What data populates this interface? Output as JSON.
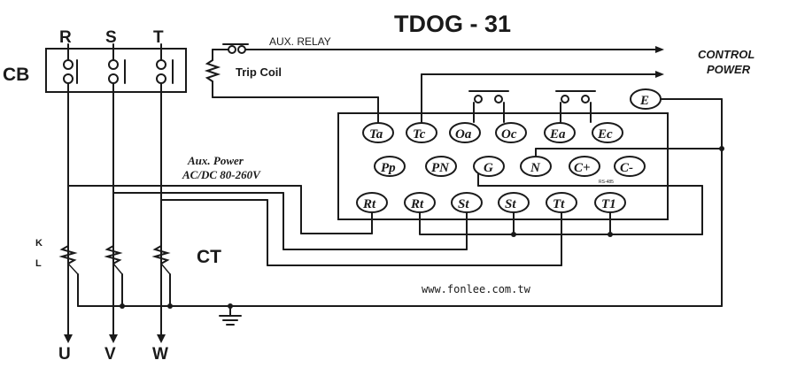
{
  "title": "TDOG - 31",
  "circuit_breaker": {
    "label": "CB"
  },
  "phases": {
    "r": "R",
    "s": "S",
    "t": "T"
  },
  "outputs": {
    "u": "U",
    "v": "V",
    "w": "W"
  },
  "aux_relay": {
    "label": "AUX. RELAY"
  },
  "trip_coil": {
    "label": "Trip Coil"
  },
  "control_power": {
    "line1": "CONTROL",
    "line2": "POWER"
  },
  "aux_power": {
    "line1": "Aux. Power",
    "line2": "AC/DC 80-260V"
  },
  "ct": {
    "label": "CT",
    "k": "K",
    "l": "L"
  },
  "terminals": {
    "e": "E",
    "ta": "Ta",
    "tc": "Tc",
    "oa": "Oa",
    "oc": "Oc",
    "ea": "Ea",
    "ec": "Ec",
    "pp": "Pp",
    "pn": "PN",
    "g": "G",
    "n": "N",
    "cp": "C+",
    "cm": "C-",
    "r1a": "Rt",
    "r1b": "Rt",
    "s1a": "St",
    "s1b": "St",
    "t1a": "Tt",
    "t1b": "T1"
  },
  "rs485": "RS-485",
  "watermark": "www.fonlee.com.tw"
}
